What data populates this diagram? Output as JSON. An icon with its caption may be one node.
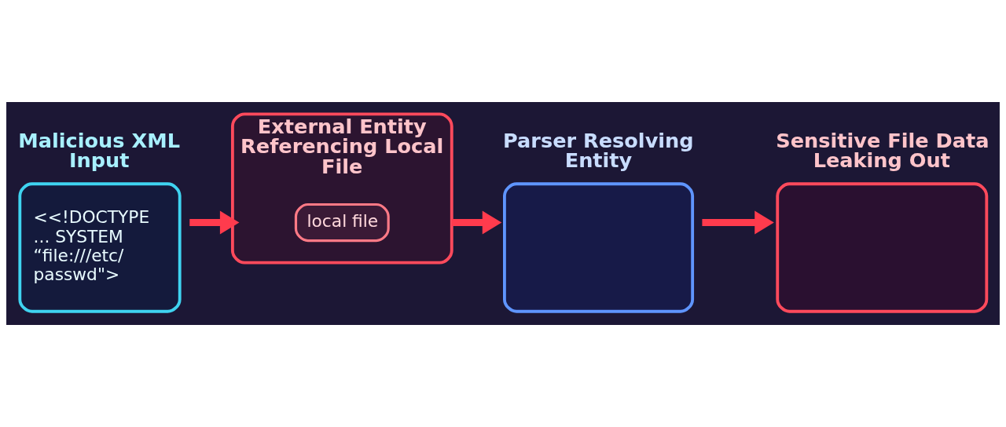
{
  "diagram": {
    "nodes": [
      {
        "text": [
          "Malicious XML Input",
          "<<!DOCTYPE ... SYSTEM “file:///etc/ passwd\">"
        ]
      },
      {
        "text": [
          "External Entity Referencing Local File"
        ]
      },
      {
        "text": [
          "local file"
        ],
        "in": 1
      },
      {
        "text": [
          "Parser Resolving Entity"
        ]
      },
      {
        "text": [
          "Sensitive File Data Leaking Out"
        ]
      }
    ],
    "edges": [
      {
        "from": 0,
        "to": 1,
        "arrow": "to"
      },
      {
        "from": 1,
        "to": 3,
        "arrow": "to"
      },
      {
        "from": 3,
        "to": 4,
        "arrow": "to"
      }
    ]
  }
}
